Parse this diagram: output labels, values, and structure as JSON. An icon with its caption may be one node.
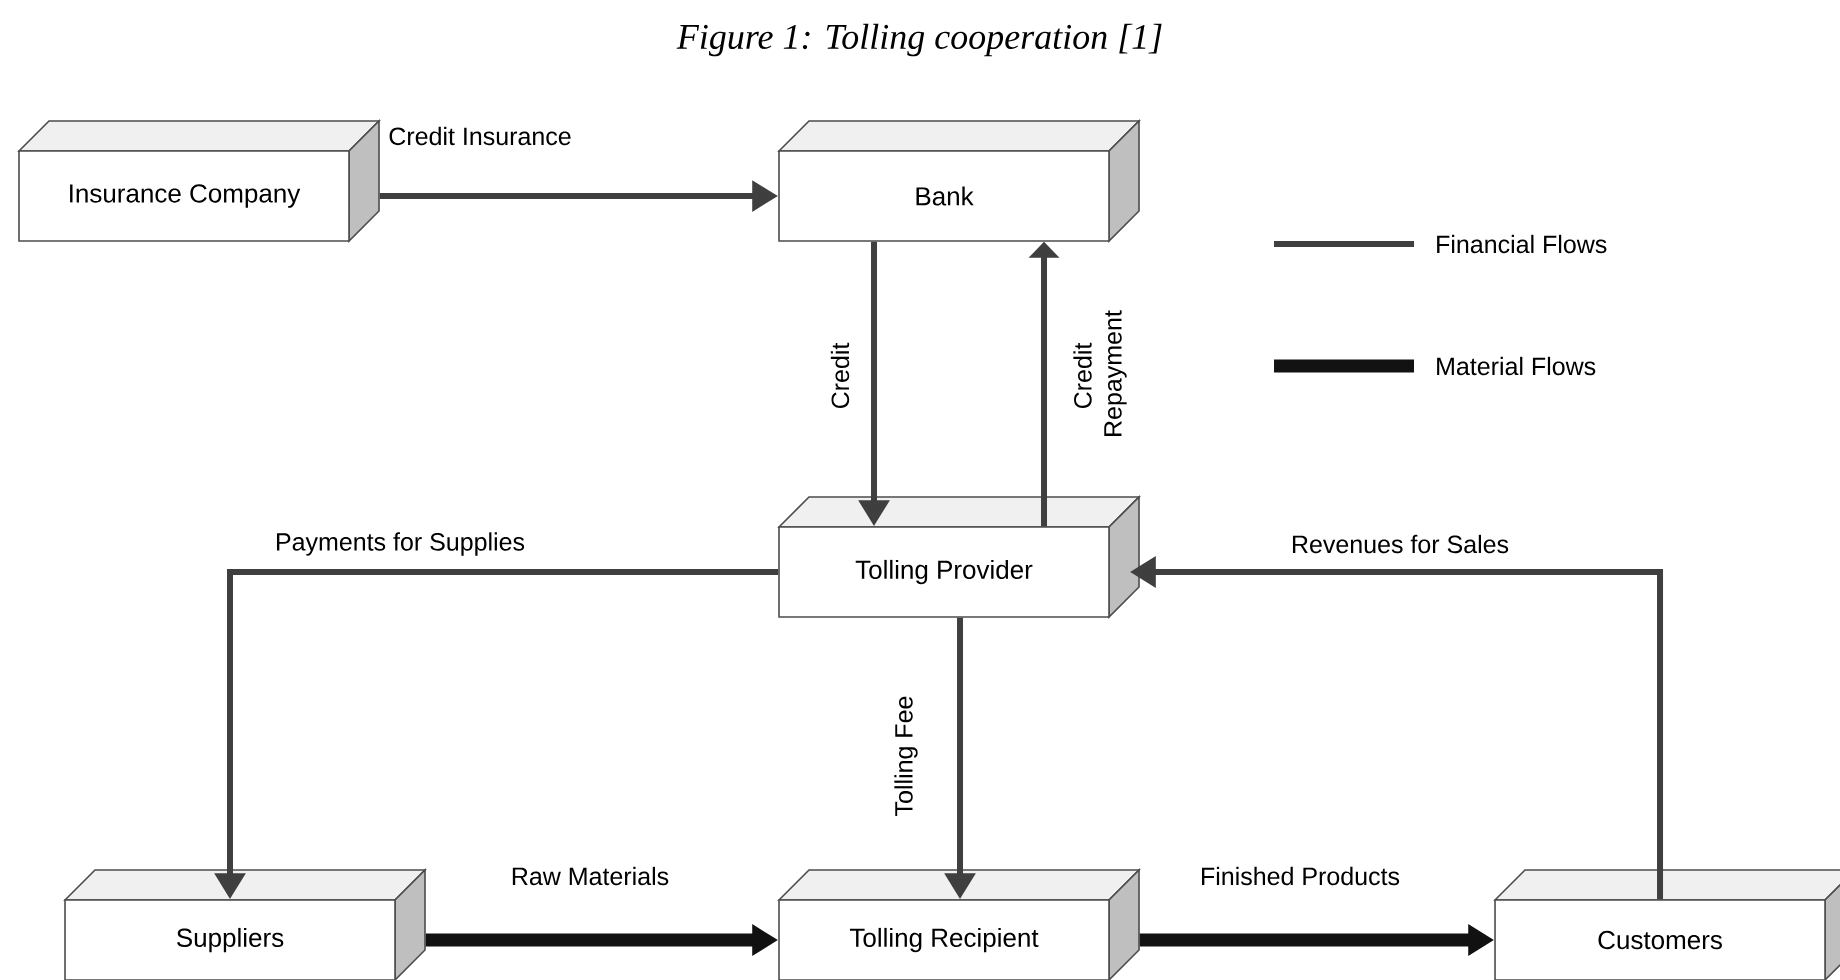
{
  "diagram": {
    "title": "Figure 1: Tolling cooperation [1]",
    "nodes": [
      {
        "text": [
          "Insurance Company"
        ]
      },
      {
        "text": [
          "Bank"
        ]
      },
      {
        "text": [
          "Tolling Provider"
        ]
      },
      {
        "text": [
          "Suppliers"
        ]
      },
      {
        "text": [
          "Tolling Recipient"
        ]
      },
      {
        "text": [
          "Customers"
        ]
      }
    ],
    "edges": [
      {
        "from": 0,
        "to": 1,
        "arrow": "to",
        "label": "Credit Insurance"
      },
      {
        "from": 1,
        "to": 2,
        "arrow": "to",
        "label": "Credit"
      },
      {
        "from": 2,
        "to": 1,
        "arrow": "to",
        "label": "Credit Repayment"
      },
      {
        "from": 2,
        "to": 3,
        "arrow": "to",
        "label": "Payments for Supplies"
      },
      {
        "from": 2,
        "to": 4,
        "arrow": "to",
        "label": "Tolling Fee"
      },
      {
        "from": 5,
        "to": 2,
        "arrow": "to",
        "label": "Revenues for Sales"
      },
      {
        "from": 3,
        "to": 4,
        "arrow": "to",
        "label": "Raw Materials",
        "style": "thick",
        "color": "#111111"
      },
      {
        "from": 4,
        "to": 5,
        "arrow": "to",
        "label": "Finished Products",
        "style": "thick",
        "color": "#111111"
      }
    ],
    "legend": [
      {
        "text": "Financial Flows"
      },
      {
        "text": "Material Flows"
      }
    ]
  }
}
